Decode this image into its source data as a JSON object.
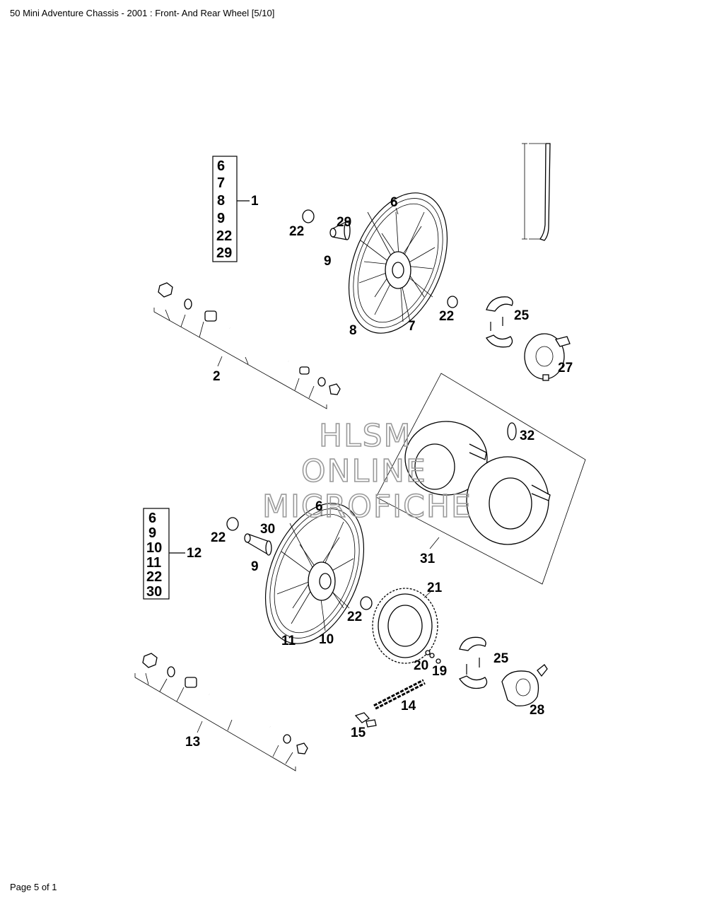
{
  "header": {
    "title": "50 Mini Adventure Chassis - 2001 : Front- And Rear Wheel [5/10]"
  },
  "footer": {
    "page": "Page 5 of 1"
  },
  "watermark": {
    "line1": "HLSM",
    "line2": "ONLINE",
    "line3": "MICROFICHE"
  },
  "front_kit": {
    "items": [
      "6",
      "7",
      "8",
      "9",
      "22",
      "29"
    ],
    "label": "1"
  },
  "rear_kit": {
    "items": [
      "6",
      "9",
      "10",
      "11",
      "22",
      "30"
    ],
    "label": "12"
  },
  "callouts": {
    "c2": "2",
    "c6a": "6",
    "c7": "7",
    "c8": "8",
    "c9a": "9",
    "c22a": "22",
    "c29": "29",
    "c22b": "22",
    "c25a": "25",
    "c27": "27",
    "c32": "32",
    "c31": "31",
    "c6b": "6",
    "c30": "30",
    "c22c": "22",
    "c9b": "9",
    "c11": "11",
    "c10": "10",
    "c22d": "22",
    "c21": "21",
    "c20": "20",
    "c19": "19",
    "c25b": "25",
    "c28": "28",
    "c14": "14",
    "c15": "15",
    "c13": "13"
  }
}
